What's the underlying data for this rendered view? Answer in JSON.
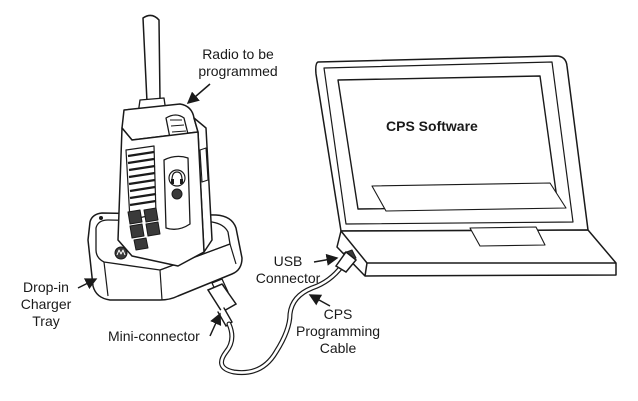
{
  "labels": {
    "radio": [
      "Radio to be",
      "programmed"
    ],
    "usb_connector": [
      "USB",
      "Connector"
    ],
    "charger_tray": [
      "Drop-in",
      "Charger",
      "Tray"
    ],
    "mini_connector": "Mini-connector",
    "cable": [
      "CPS",
      "Programming",
      "Cable"
    ],
    "screen_text": "CPS Software"
  },
  "colors": {
    "stroke": "#1a1a1a",
    "fill": "#ffffff",
    "shade": "#d9d9d9",
    "dark": "#3a3a3a"
  },
  "icons": {
    "radio": "two-way-radio-icon",
    "laptop": "laptop-icon",
    "charger": "charger-tray-icon",
    "cable": "usb-cable-icon"
  }
}
